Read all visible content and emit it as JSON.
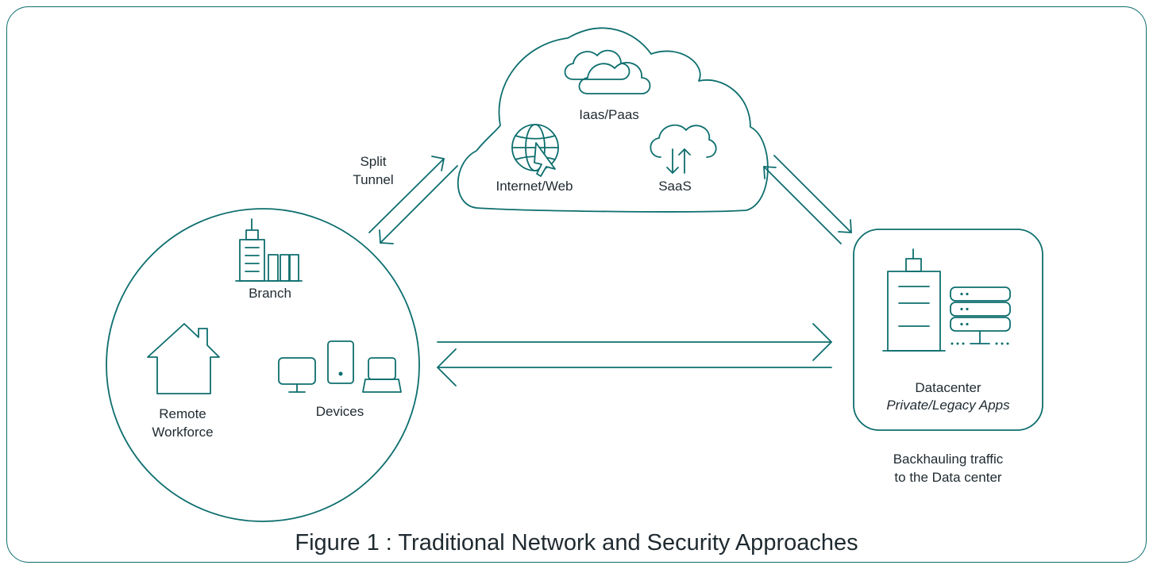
{
  "colors": {
    "stroke": "#0e6e6e",
    "text": "#1f2a30",
    "background": "#ffffff"
  },
  "cloud": {
    "iaas_paas_label": "Iaas/Paas",
    "internet_web_label": "Internet/Web",
    "saas_label": "SaaS",
    "icons": [
      "cloud-cluster-icon",
      "globe-cursor-icon",
      "cloud-updown-icon"
    ]
  },
  "split_tunnel": {
    "line1": "Split",
    "line2": "Tunnel"
  },
  "site": {
    "branch_label": "Branch",
    "remote_line1": "Remote",
    "remote_line2": "Workforce",
    "devices_label": "Devices",
    "icons": [
      "building-icon",
      "house-icon",
      "monitor-icon",
      "phone-icon",
      "laptop-icon"
    ]
  },
  "datacenter": {
    "title": "Datacenter",
    "subtitle": "Private/Legacy Apps",
    "icons": [
      "datacenter-building-icon",
      "server-rack-icon"
    ]
  },
  "backhaul": {
    "line1": "Backhauling traffic",
    "line2": "to the Data center"
  },
  "caption": "Figure 1 : Traditional Network and Security Approaches"
}
